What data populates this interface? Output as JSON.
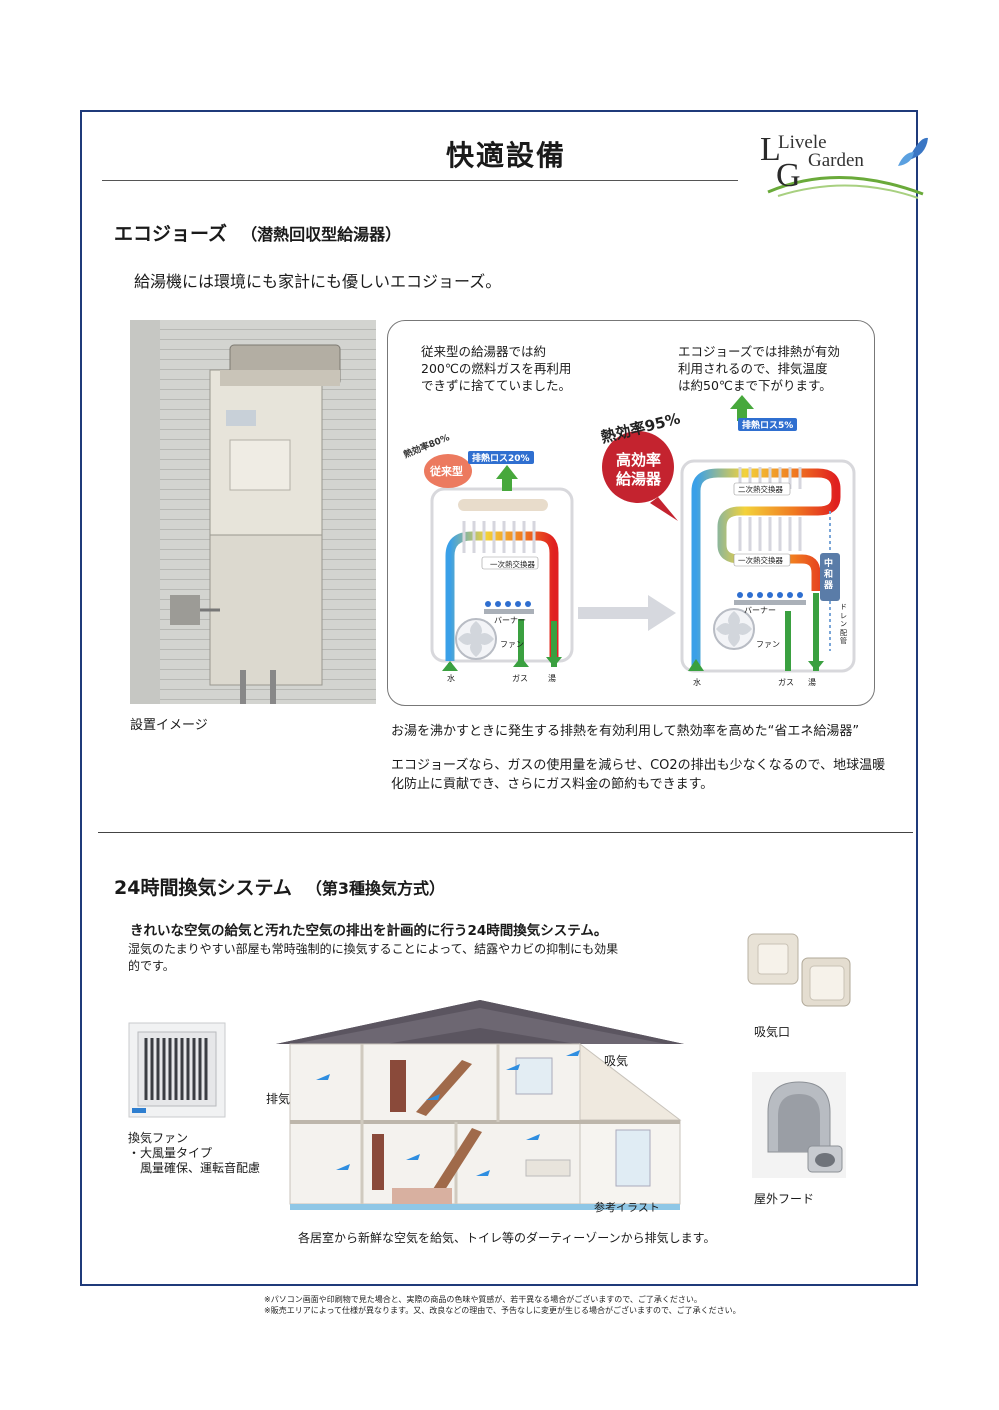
{
  "page": {
    "title": "快適設備",
    "logo": {
      "line1": "Livele",
      "line2": "Garden",
      "initial1": "L",
      "initial2": "G"
    }
  },
  "ecojozu": {
    "heading": "エコジョーズ",
    "heading_sub": "（潜熱回収型給湯器）",
    "lead": "給湯機には環境にも家計にも優しいエコジョーズ。",
    "photo_caption": "設置イメージ",
    "diagram": {
      "old_text": [
        "従来型の給湯器では約",
        "200℃の燃料ガスを再利用",
        "できずに捨てていました。"
      ],
      "new_text": [
        "エコジョーズでは排熱が有効",
        "利用されるので、排気温度",
        "は約50℃まで下がります。"
      ],
      "old_efficiency": "熱効率80%",
      "old_badge": "従来型",
      "old_loss": "排熱ロス20%",
      "new_efficiency": "熱効率95%",
      "new_badge_line1": "高効率",
      "new_badge_line2": "給湯器",
      "new_loss": "排熱ロス5%",
      "primary_hx": "一次熱交換器",
      "secondary_hx": "二次熱交換器",
      "burner": "バーナー",
      "fan": "ファン",
      "water": "水",
      "gas": "ガス",
      "hot_water": "湯",
      "neutralizer": "中和器",
      "drain": "ドレン配管"
    },
    "desc1": "お湯を沸かすときに発生する排熱を有効利用して熱効率を高めた“省エネ給湯器”",
    "desc2_line1": "エコジョーズなら、ガスの使用量を減らせ、CO2の排出も少なくなるので、地球温暖",
    "desc2_line2": "化防止に貢献でき、さらにガス料金の節約もできます。"
  },
  "ventilation": {
    "heading": "24時間換気システム",
    "heading_sub": "（第3種換気方式）",
    "lead": "きれいな空気の給気と汚れた空気の排出を計画的に行う24時間換気システム。",
    "desc_line1": "湿気のたまりやすい部屋も常時強制的に換気することによって、結露やカビの抑制にも効果",
    "desc_line2": "的です。",
    "fan_caption": [
      "換気ファン",
      "・大風量タイプ",
      "　風量確保、運転音配慮"
    ],
    "exhaust_label": "排気",
    "intake_label": "吸気",
    "illustration_label": "参考イラスト",
    "inlet_caption": "吸気口",
    "hood_caption": "屋外フード",
    "bottom_caption": "各居室から新鮮な空気を給気、トイレ等のダーティーゾーンから排気します。"
  },
  "footnotes": [
    "※パソコン画面や印刷物で見た場合と、実際の商品の色味や質感が、若干異なる場合がございますので、ご了承ください。",
    "※販売エリアによって仕様が異なります。又、改良などの理由で、予告なしに変更が生じる場合がございますので、ご了承ください。"
  ]
}
